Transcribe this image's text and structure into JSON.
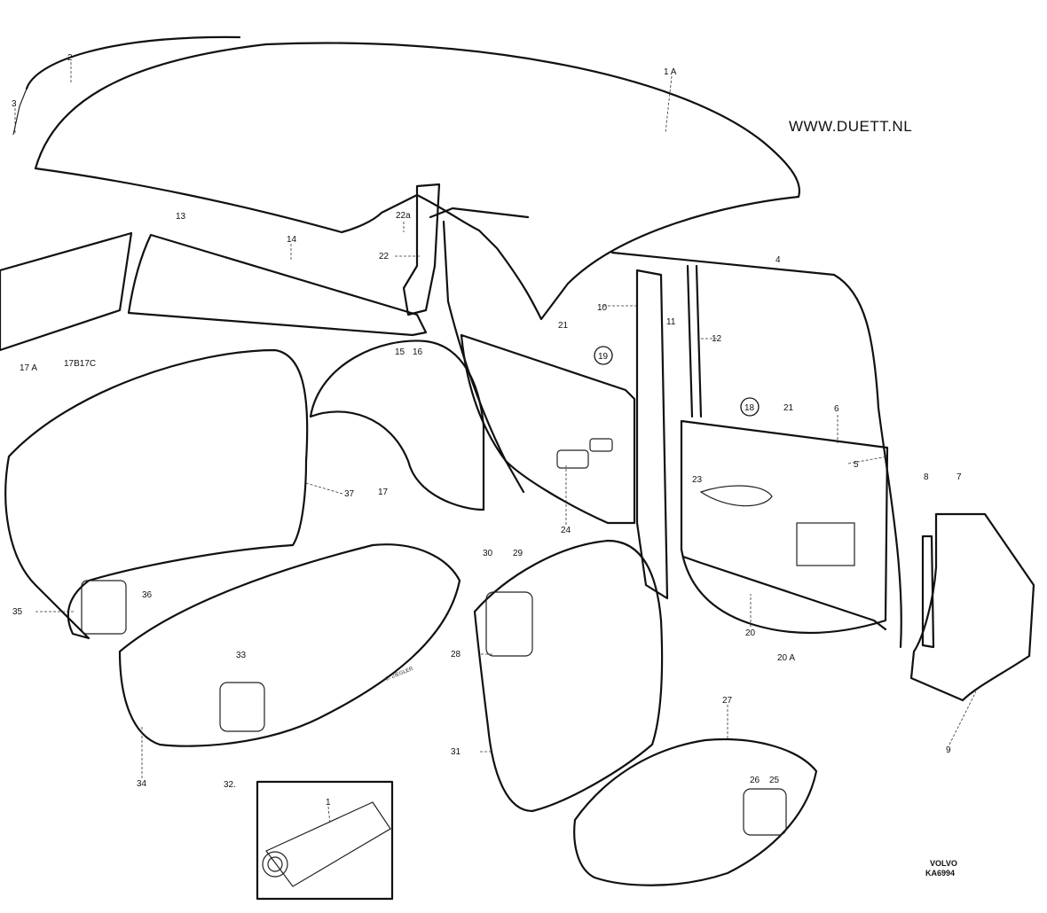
{
  "watermark": "WWW.DUETT.NL",
  "maker": {
    "line1": "VOLVO",
    "line2": "KA6994"
  },
  "signature": "C. ZIEGLER",
  "labels": {
    "l1A": "1 A",
    "l2": "2",
    "l3": "3",
    "l4": "4",
    "l5": "5",
    "l6": "6",
    "l7": "7",
    "l8": "8",
    "l9": "9",
    "l10": "10",
    "l11": "11",
    "l12": "12",
    "l13": "13",
    "l14": "14",
    "l15": "15",
    "l16": "16",
    "l17": "17",
    "l17A": "17 A",
    "l17B17C": "17B17C",
    "l18": "18",
    "l19": "19",
    "l20": "20",
    "l20A": "20 A",
    "l21a": "21",
    "l21b": "21",
    "l22a": "22a",
    "l22": "22",
    "l23": "23",
    "l24": "24",
    "l25": "25",
    "l26": "26",
    "l27": "27",
    "l28": "28",
    "l29": "29",
    "l30": "30",
    "l31": "31",
    "l32": "32.",
    "l33": "33",
    "l34": "34",
    "l35": "35",
    "l36": "36",
    "l37": "37",
    "l1": "1"
  }
}
